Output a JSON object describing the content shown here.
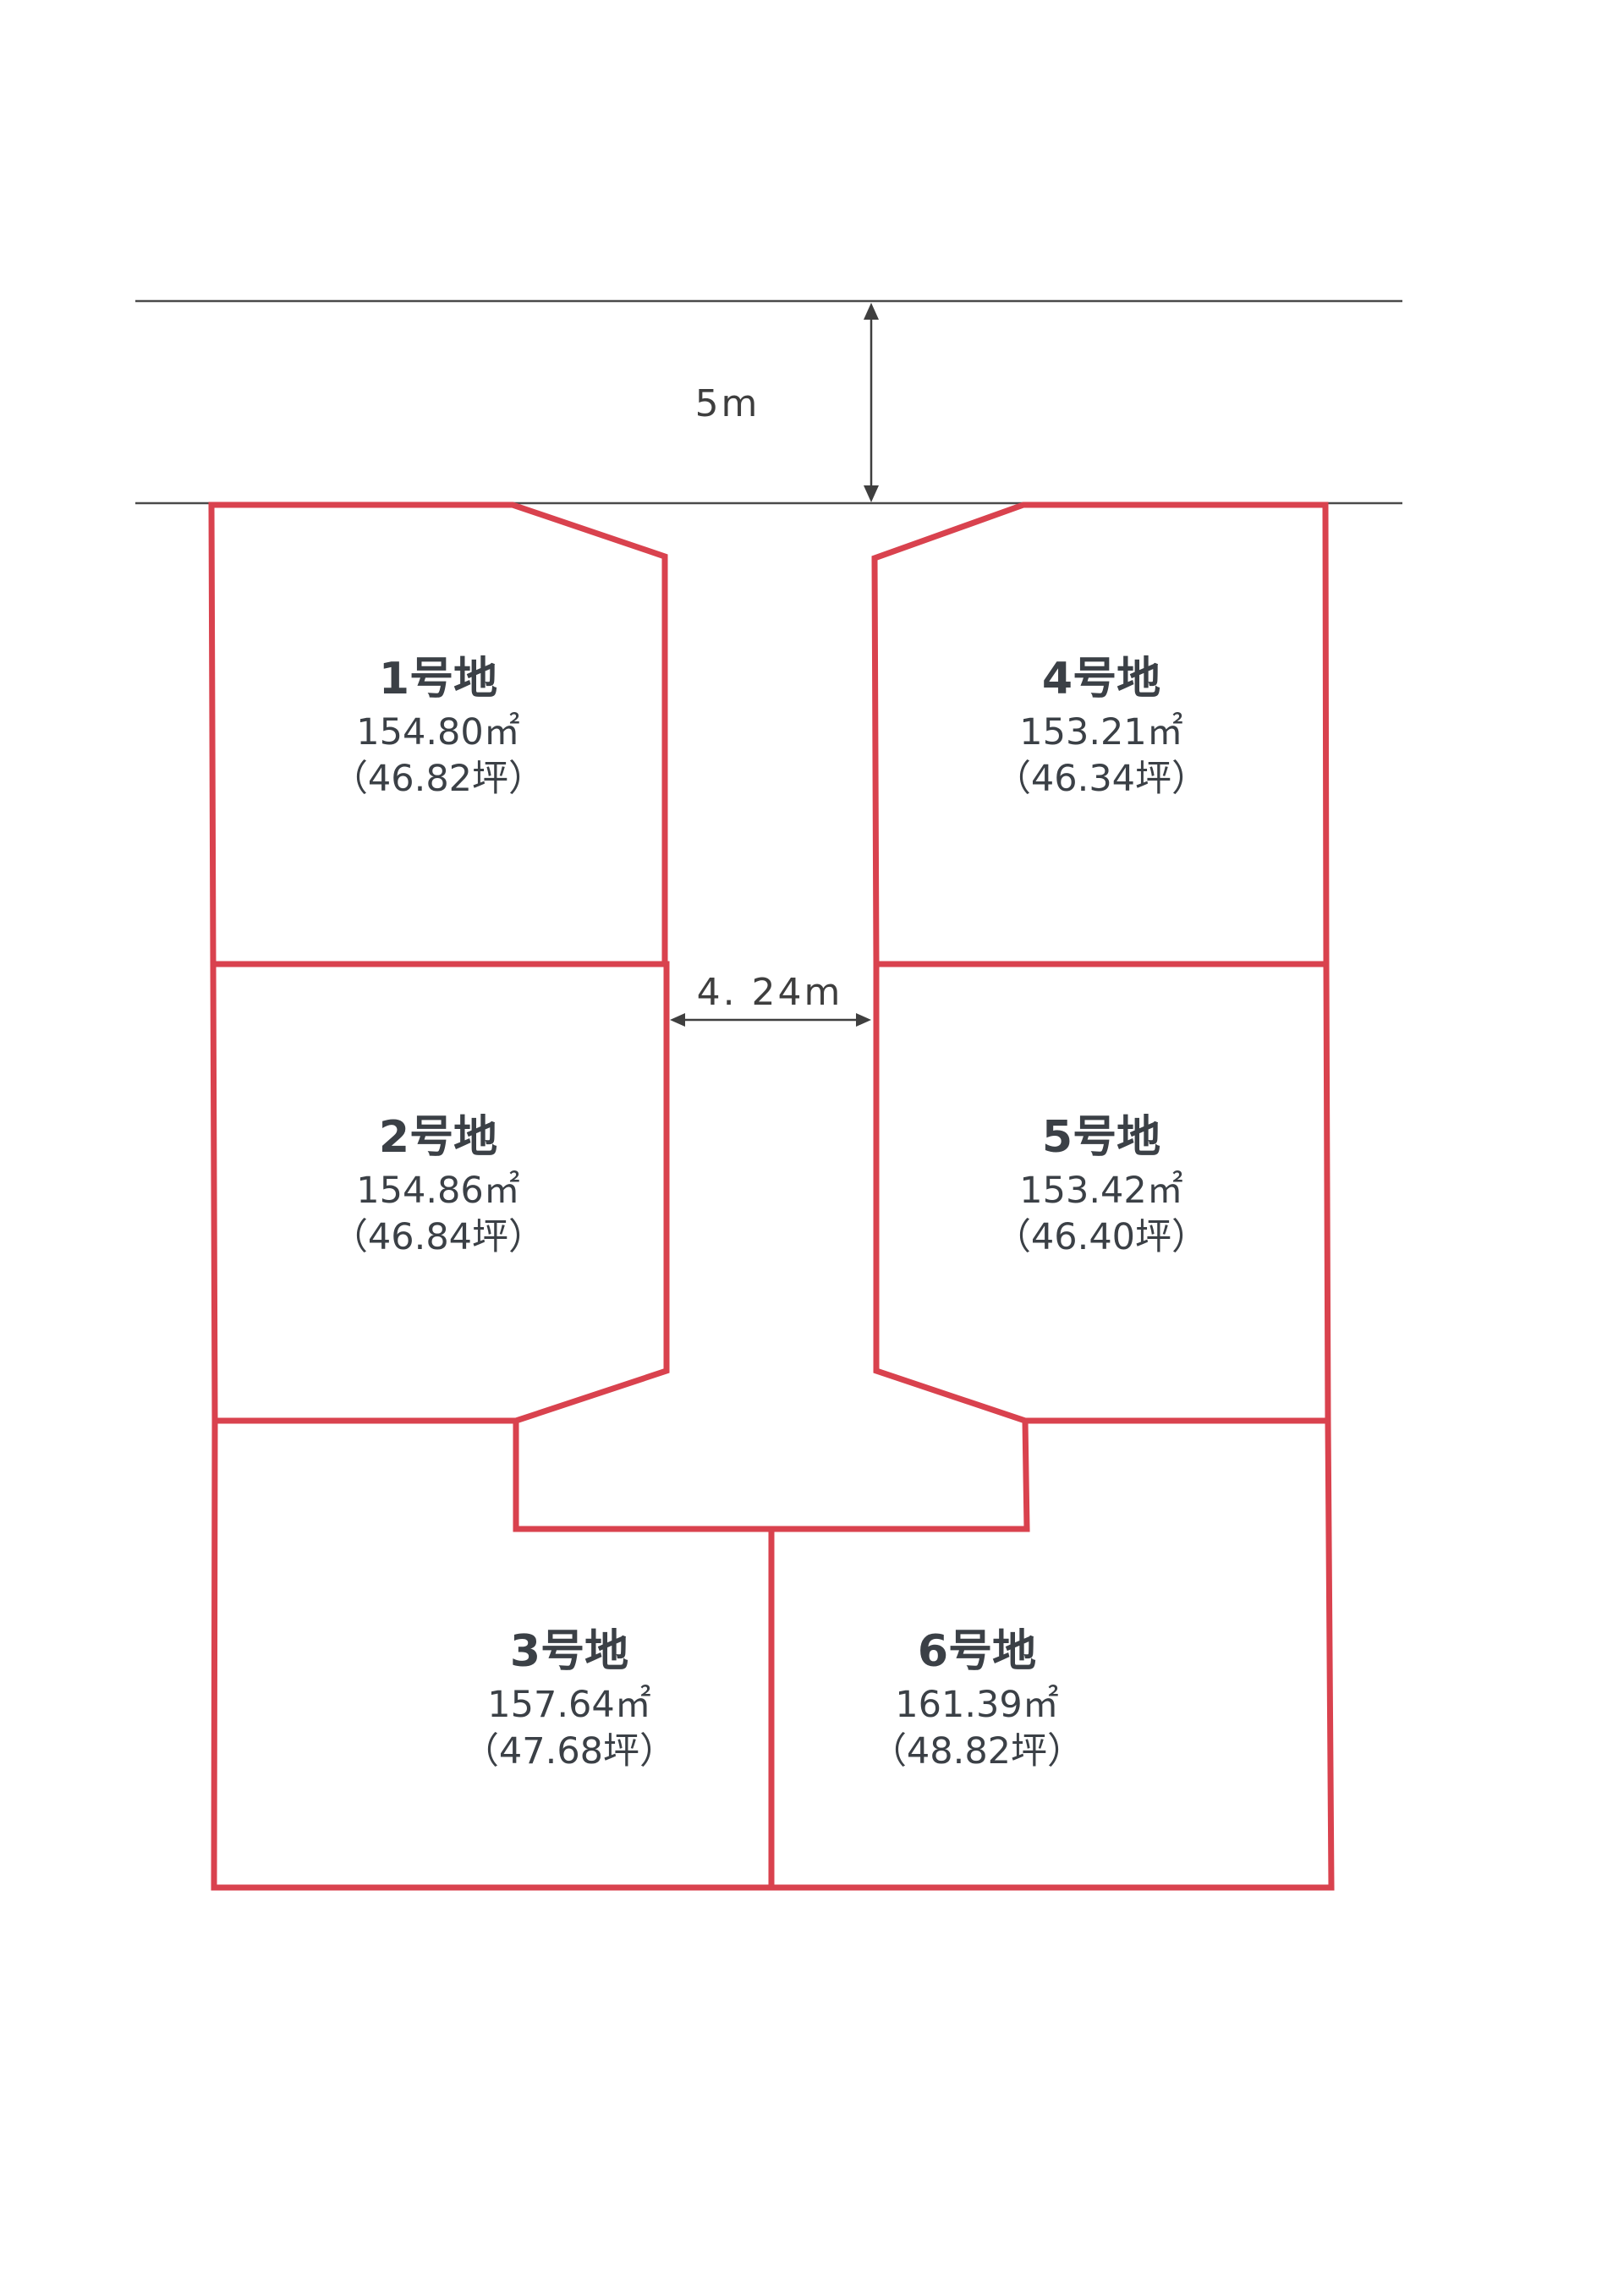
{
  "road": {
    "width_label": "5m"
  },
  "passage": {
    "width_label": "4. 24m"
  },
  "colors": {
    "boundary": "#d9424e",
    "road_line": "#4a4a4a",
    "text": "#3b4046"
  },
  "lots": [
    {
      "id": "1",
      "name": "1号地",
      "area": "154.80㎡",
      "tsubo": "（46.82坪）"
    },
    {
      "id": "2",
      "name": "2号地",
      "area": "154.86㎡",
      "tsubo": "（46.84坪）"
    },
    {
      "id": "3",
      "name": "3号地",
      "area": "157.64㎡",
      "tsubo": "（47.68坪）"
    },
    {
      "id": "4",
      "name": "4号地",
      "area": "153.21㎡",
      "tsubo": "（46.34坪）"
    },
    {
      "id": "5",
      "name": "5号地",
      "area": "153.42㎡",
      "tsubo": "（46.40坪）"
    },
    {
      "id": "6",
      "name": "6号地",
      "area": "161.39㎡",
      "tsubo": "（48.82坪）"
    }
  ]
}
